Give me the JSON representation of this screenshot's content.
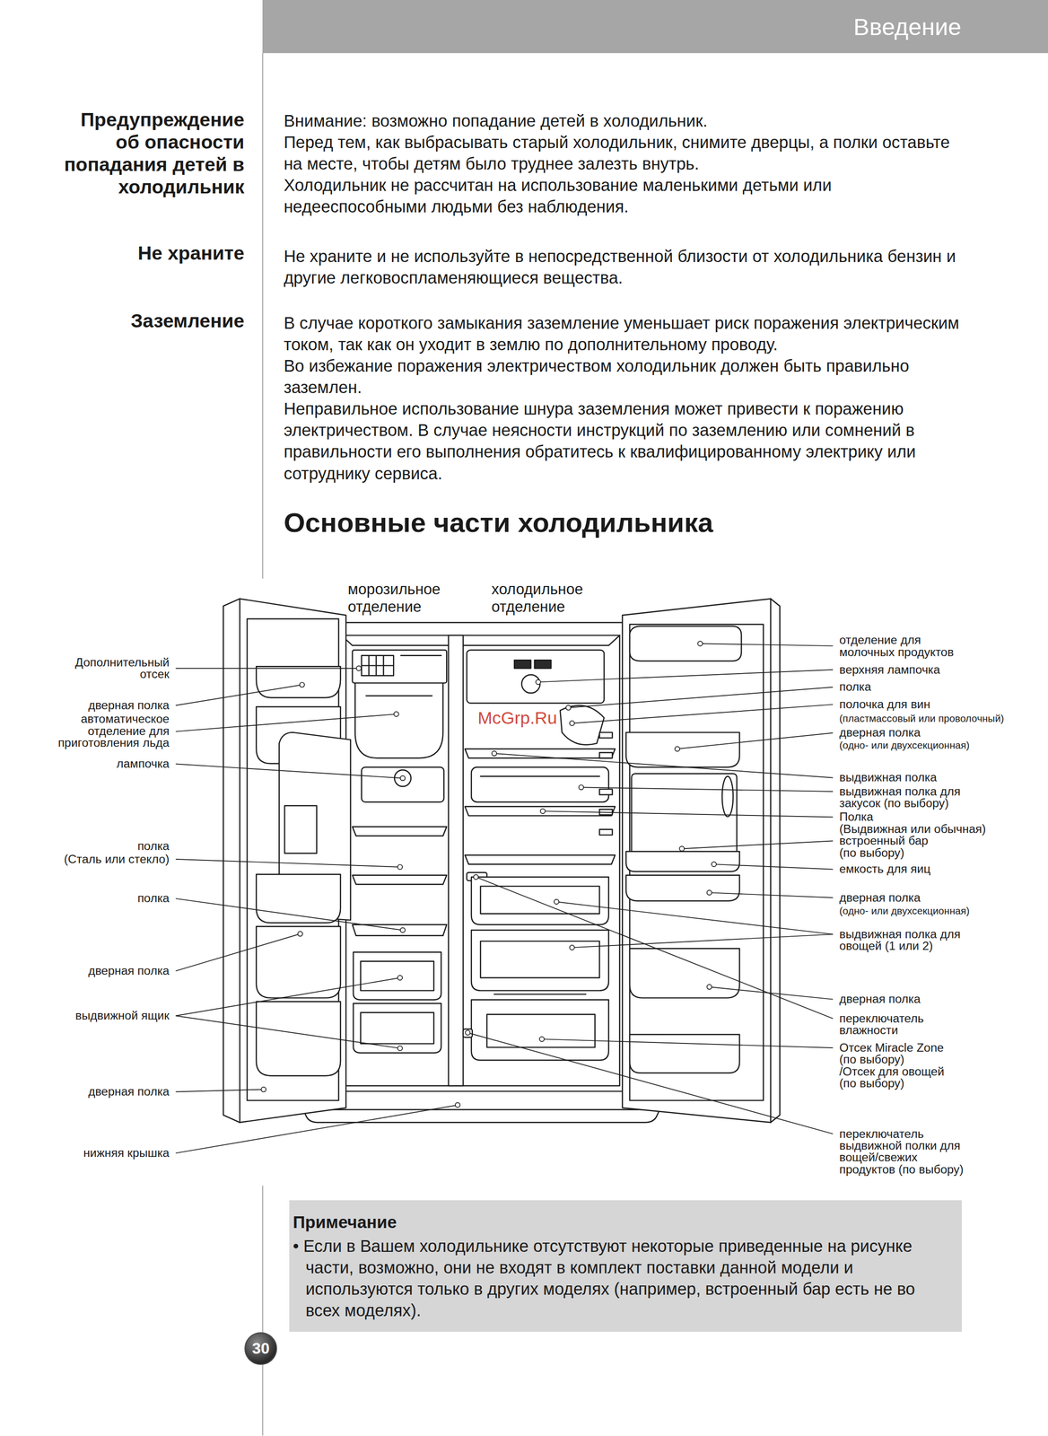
{
  "diagram": {
    "title": "Основные части холодильника",
    "nodes": [
      {
        "text": [
          "Введение"
        ]
      },
      {
        "text": [
          "Примечание",
          "• Если в Вашем холодильнике отсутствуют некоторые приведенные на рисунке части, возможно, они не входят в комплект поставки данной модели и используются только в других моделях (например, встроенный бар есть не во всех моделях)."
        ]
      },
      {
        "text": [
          "30"
        ]
      }
    ],
    "labels": [
      "Предупреждение об опасности попадания детей в холодильник",
      "Не храните",
      "Заземление",
      "Внимание: возможно попадание детей в холодильник.",
      "Перед тем, как выбрасывать старый холодильник, снимите дверцы, а полки оставьте на месте, чтобы детям было труднее залезть внутрь.",
      "Холодильник не рассчитан на использование маленькими детьми или недееспособными людьми без наблюдения.",
      "Не храните и не используйте в непосредственной близости от холодильника бензин и другие легковоспламеняющиеся вещества.",
      "В случае короткого замыкания заземление уменьшает риск поражения электрическим током, так как он уходит в землю по дополнительному проводу.",
      "Во избежание поражения электричеством холодильник должен быть правильно заземлен.",
      "Неправильное использование шнура заземления может привести к поражению электричеством. В случае неясности инструкций по заземлению или сомнений в правильности его выполнения обратитесь к квалифицированному электрику или сотруднику сервиса.",
      "морозильное отделение",
      "холодильное отделение",
      "Дополнительный отсек",
      "дверная полка",
      "автоматическое отделение для приготовления льда",
      "лампочка",
      "полка",
      "(Сталь или стекло)",
      "полка",
      "дверная полка",
      "выдвижной ящик",
      "дверная полка",
      "нижняя крышка",
      "отделение для молочных продуктов",
      "верхняя лампочка",
      "полка",
      "полочка для вин",
      "(пластмассовый или проволочный)",
      "дверная полка",
      "(одно- или двухсекционная)",
      "выдвижная полка",
      "выдвижная полка для закусок (по выбору)",
      "Полка",
      "(Выдвижная или обычная)",
      "встроенный бар (по выбору)",
      "емкость для яиц",
      "дверная полка",
      "(одно- или двухсекционная)",
      "выдвижная полка для овощей (1 или 2)",
      "дверная полка",
      "переключатель влажности",
      "Отсек Miracle Zone (по выбору)",
      "/Отсек для овощей (по выбору)",
      "переключатель выдвижной полки для вощей/свежих продуктов (по выбору)",
      "McGrp.Ru"
    ]
  }
}
